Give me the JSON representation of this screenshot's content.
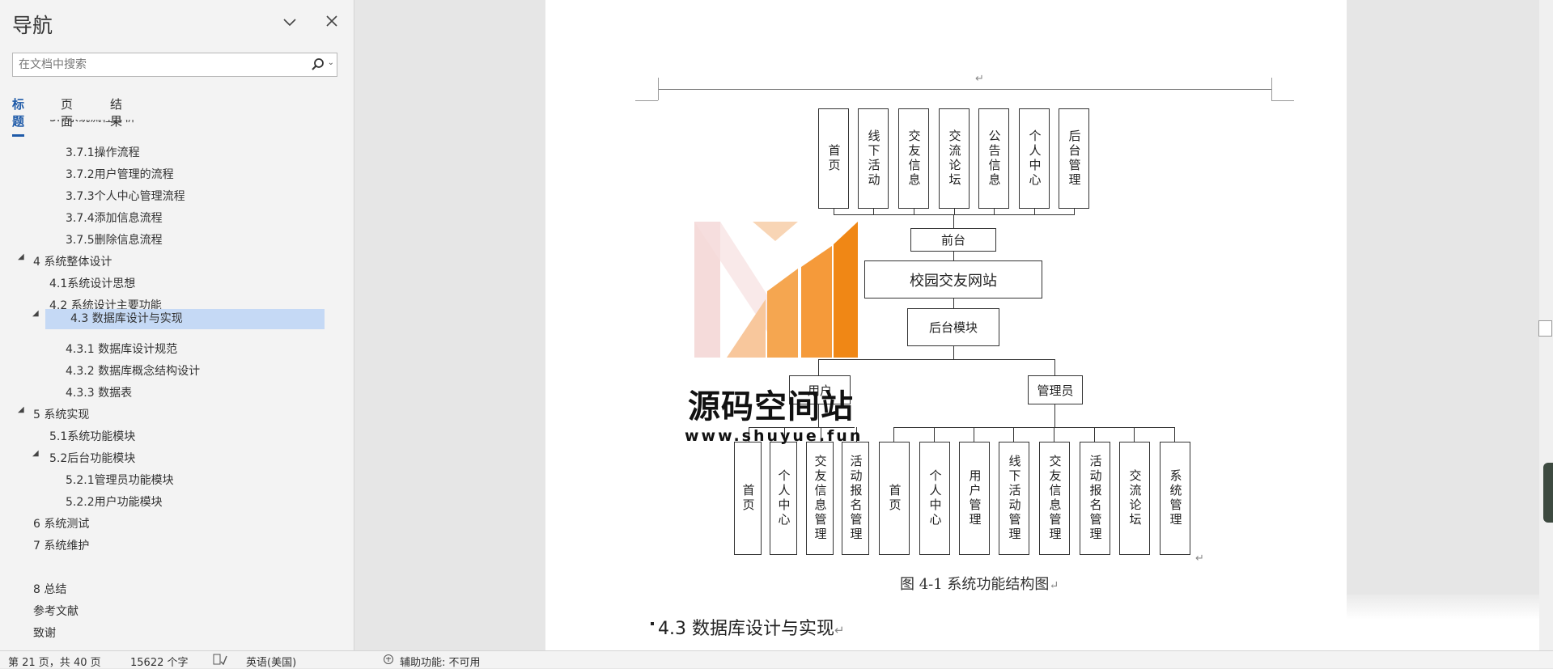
{
  "nav": {
    "title": "导航",
    "search_placeholder": "在文档中搜索",
    "tabs": [
      "标题",
      "页面",
      "结果"
    ],
    "items": [
      {
        "label": "3.7系统流程分析"
      },
      {
        "label": "3.7.1操作流程"
      },
      {
        "label": "3.7.2用户管理的流程"
      },
      {
        "label": "3.7.3个人中心管理流程"
      },
      {
        "label": "3.7.4添加信息流程"
      },
      {
        "label": "3.7.5删除信息流程"
      },
      {
        "label": "4 系统整体设计"
      },
      {
        "label": "4.1系统设计思想"
      },
      {
        "label": "4.2 系统设计主要功能"
      },
      {
        "label": "4.3 数据库设计与实现"
      },
      {
        "label": "4.3.1 数据库设计规范"
      },
      {
        "label": "4.3.2 数据库概念结构设计"
      },
      {
        "label": "4.3.3 数据表"
      },
      {
        "label": "5 系统实现"
      },
      {
        "label": "5.1系统功能模块"
      },
      {
        "label": "5.2后台功能模块"
      },
      {
        "label": "5.2.1管理员功能模块"
      },
      {
        "label": "5.2.2用户功能模块"
      },
      {
        "label": "6 系统测试"
      },
      {
        "label": "7 系统维护"
      },
      {
        "label": "8 总结"
      },
      {
        "label": "参考文献"
      },
      {
        "label": "致谢"
      }
    ]
  },
  "diagram": {
    "top_boxes": [
      "首页",
      "线下活动",
      "交友信息",
      "交流论坛",
      "公告信息",
      "个人中心",
      "后台管理"
    ],
    "front": "前台",
    "site": "校园交友网站",
    "backend": "后台模块",
    "user": "用户",
    "admin": "管理员",
    "user_boxes": [
      "首页",
      "个人中心",
      "交友信息管理",
      "活动报名管理"
    ],
    "admin_boxes": [
      "首页",
      "个人中心",
      "用户管理",
      "线下活动管理",
      "交友信息管理",
      "活动报名管理",
      "交流论坛",
      "系统管理"
    ]
  },
  "caption": "图 4-1 系统功能结构图",
  "section_heading": "4.3  数据库设计与实现",
  "paragraph_mark": "↵",
  "watermark": {
    "text": "源码空间站",
    "url": "www.shuyue.fun"
  },
  "status": {
    "page": "第 21 页，共 40 页",
    "words": "15622 个字",
    "language": "英语(美国)",
    "accessibility": "辅助功能: 不可用"
  }
}
